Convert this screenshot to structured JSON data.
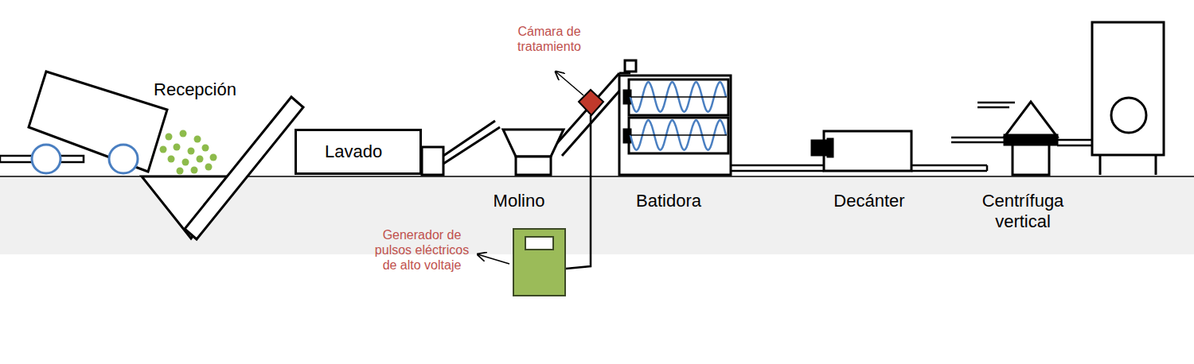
{
  "diagram": {
    "nodes": [
      {
        "text": [
          "Lavado"
        ]
      }
    ],
    "labels": [
      "Recepción",
      "Cámara de tratamiento",
      "Molino",
      "Batidora",
      "Decánter",
      "Centrífuga vertical",
      "Generador de pulsos eléctricos de alto voltaje"
    ]
  }
}
